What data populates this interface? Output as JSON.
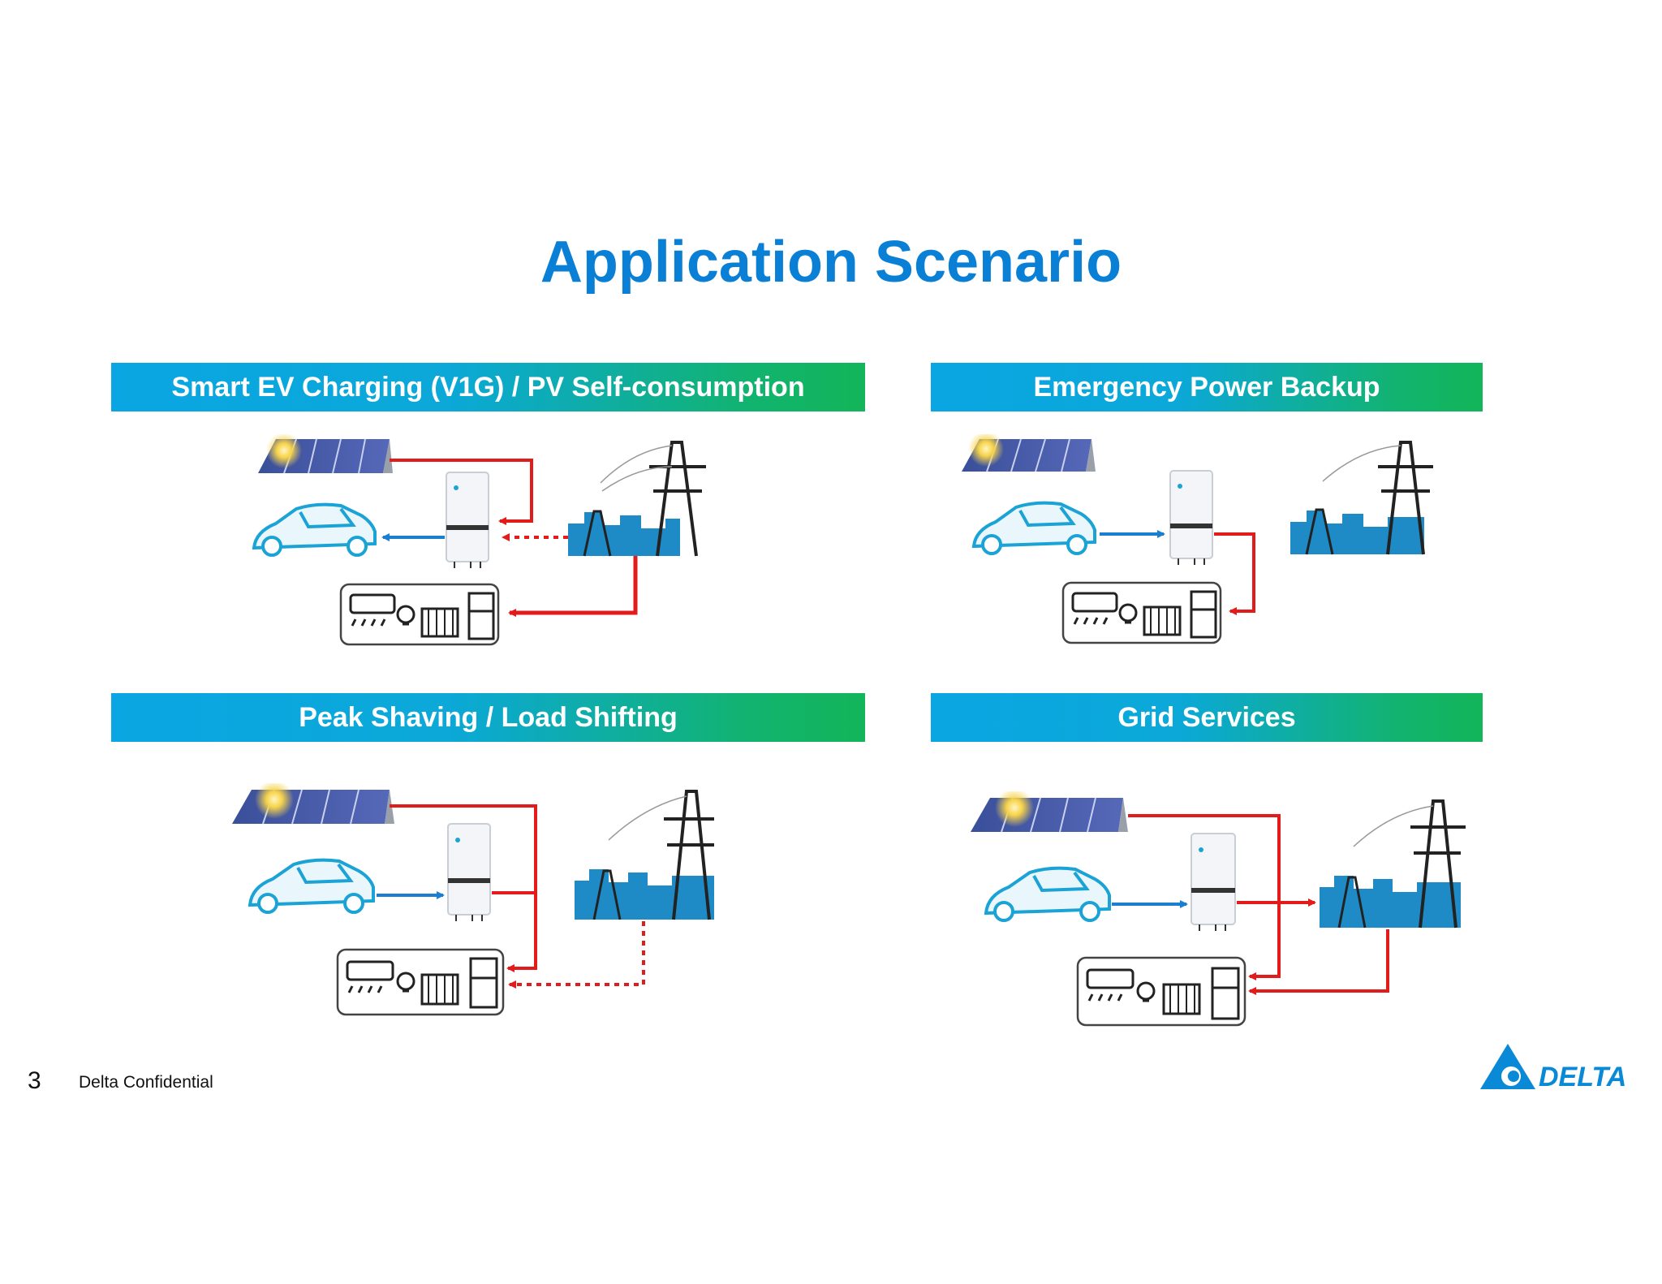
{
  "title": "Application Scenario",
  "scenarios": [
    {
      "label": "Smart EV Charging (V1G) / PV Self-consumption"
    },
    {
      "label": "Emergency Power Backup"
    },
    {
      "label": "Peak Shaving / Load Shifting"
    },
    {
      "label": "Grid Services"
    }
  ],
  "footer": {
    "page_number": "3",
    "confidential": "Delta Confidential"
  },
  "logo": {
    "text": "DELTA"
  },
  "colors": {
    "title": "#0a7fd6",
    "flow_red": "#e21b1b",
    "flow_blue": "#1a7fd0",
    "icon_cyan": "#1ba3d6",
    "banner_start": "#0aa6e3",
    "banner_end": "#13b559"
  },
  "icons": [
    "solar-panel-icon",
    "inverter-icon",
    "electric-car-icon",
    "power-grid-icon",
    "home-appliances-icon"
  ]
}
